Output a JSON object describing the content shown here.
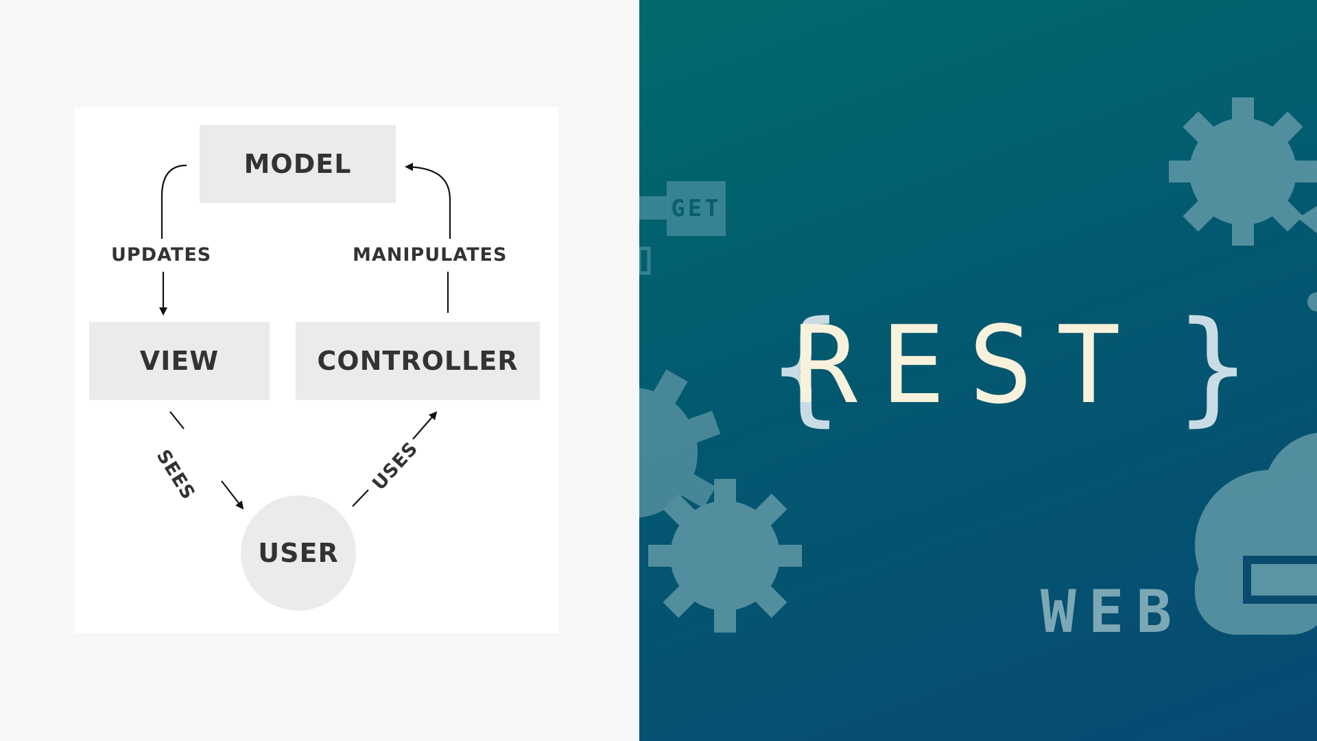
{
  "diagram": {
    "nodes": {
      "model": "MODEL",
      "view": "VIEW",
      "controller": "CONTROLLER",
      "user": "USER"
    },
    "edges": {
      "updates": "UPDATES",
      "manipulates": "MANIPULATES",
      "sees": "SEES",
      "uses": "USES"
    }
  },
  "banner": {
    "title": "REST",
    "web_label": "WEB",
    "get_tag": "GET"
  },
  "colors": {
    "left_background": "#f7f7f7",
    "card_background": "#ffffff",
    "node_fill": "#ebebeb",
    "text_dark": "#333333",
    "banner_teal": "#026a6e",
    "banner_blue": "#074a72",
    "title_cream": "#f8f1dc",
    "decor_teal": "#5b95a4"
  }
}
